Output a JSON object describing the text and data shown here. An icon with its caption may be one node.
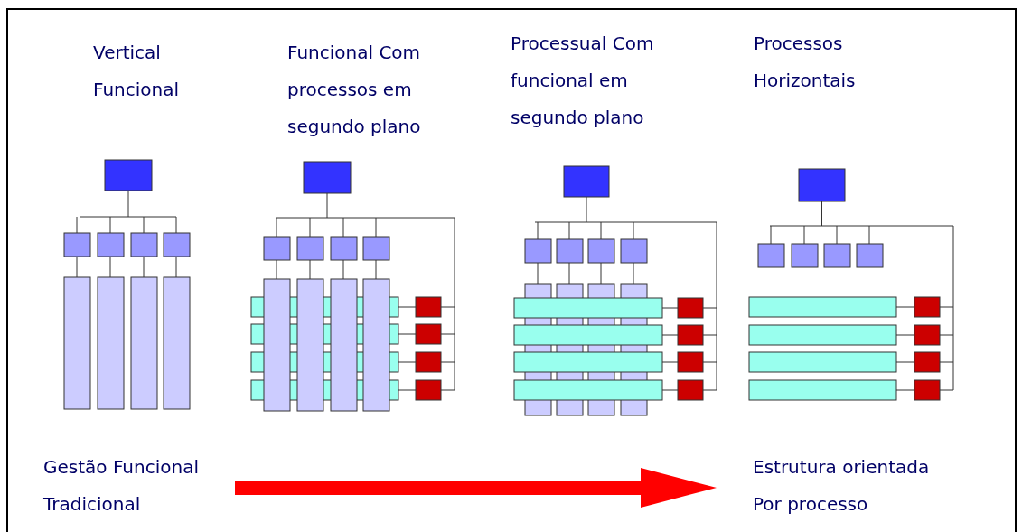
{
  "diagram": {
    "nodes": [
      {
        "text": [
          "Gestão Funcional Tradicional"
        ]
      },
      {
        "text": [
          "Estrutura orientada Por processo"
        ]
      }
    ],
    "edges": [
      {
        "from": 0,
        "to": 1,
        "arrow": "to",
        "color": "#ff0000"
      }
    ],
    "labels": [
      "Vertical Funcional",
      "Funcional Com processos em segundo plano",
      "Processual Com funcional em segundo plano",
      "Processos Horizontais"
    ]
  }
}
